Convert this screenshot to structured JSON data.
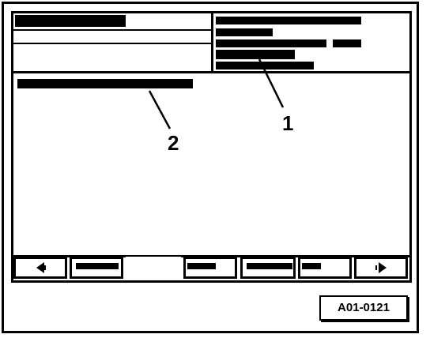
{
  "callouts": {
    "one": "1",
    "two": "2"
  },
  "figure_code": "A01-0121",
  "softkeys": {
    "left_arrow": "left-arrow-icon",
    "right_arrow": "right-arrow-icon"
  }
}
